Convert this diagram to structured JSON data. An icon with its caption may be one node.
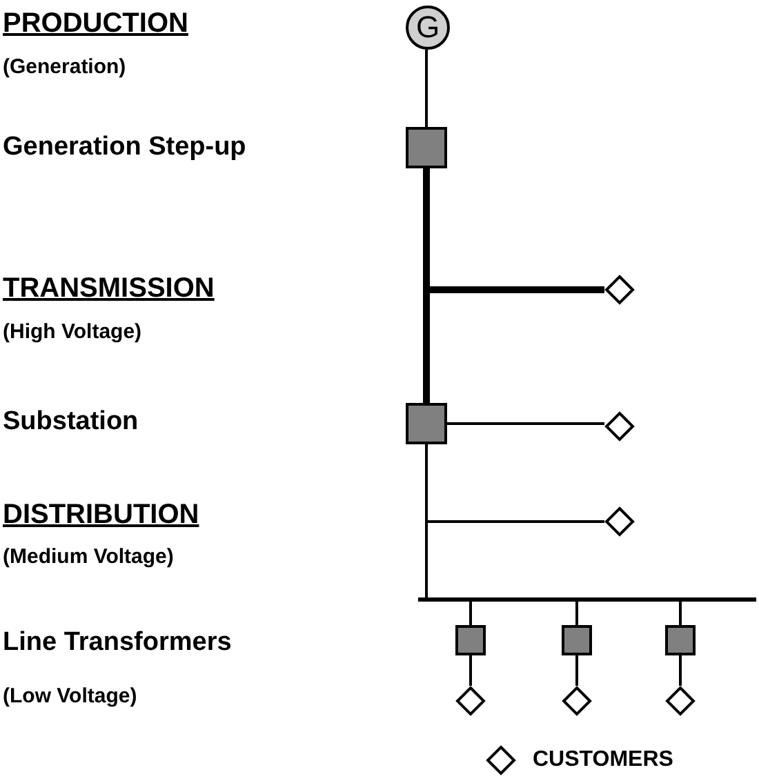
{
  "diagram": {
    "nodes": [
      {
        "text": [
          "G"
        ]
      },
      {
        "text": [],
        "shape": "box"
      },
      {
        "text": [],
        "shape": "box"
      },
      {
        "text": [],
        "shape": "diamond"
      },
      {
        "text": [],
        "shape": "diamond"
      },
      {
        "text": [],
        "shape": "diamond"
      },
      {
        "text": [],
        "shape": "bar"
      },
      {
        "text": [],
        "shape": "box"
      },
      {
        "text": [],
        "shape": "box"
      },
      {
        "text": [],
        "shape": "box"
      },
      {
        "text": [],
        "shape": "diamond"
      },
      {
        "text": [],
        "shape": "diamond"
      },
      {
        "text": [],
        "shape": "diamond"
      }
    ],
    "edges": [
      {
        "from": 0,
        "to": 1,
        "arrow": "none"
      },
      {
        "from": 1,
        "to": 2,
        "arrow": "none",
        "style": "thick"
      },
      {
        "from": 1,
        "to": 3,
        "arrow": "none",
        "style": "thick"
      },
      {
        "from": 2,
        "to": 4,
        "arrow": "none"
      },
      {
        "from": 2,
        "to": 5,
        "arrow": "none"
      },
      {
        "from": 2,
        "to": 6,
        "arrow": "none"
      },
      {
        "from": 6,
        "to": 7,
        "arrow": "none"
      },
      {
        "from": 6,
        "to": 8,
        "arrow": "none"
      },
      {
        "from": 6,
        "to": 9,
        "arrow": "none"
      },
      {
        "from": 7,
        "to": 10,
        "arrow": "none"
      },
      {
        "from": 8,
        "to": 11,
        "arrow": "none"
      },
      {
        "from": 9,
        "to": 12,
        "arrow": "none"
      }
    ],
    "labels": [
      "PRODUCTION",
      "(Generation)",
      "Generation Step-up",
      "TRANSMISSION",
      "(High Voltage)",
      "Substation",
      "DISTRIBUTION",
      "(Medium Voltage)",
      "Line Transformers",
      "(Low Voltage)"
    ],
    "legend": [
      {
        "text": "CUSTOMERS"
      }
    ]
  }
}
